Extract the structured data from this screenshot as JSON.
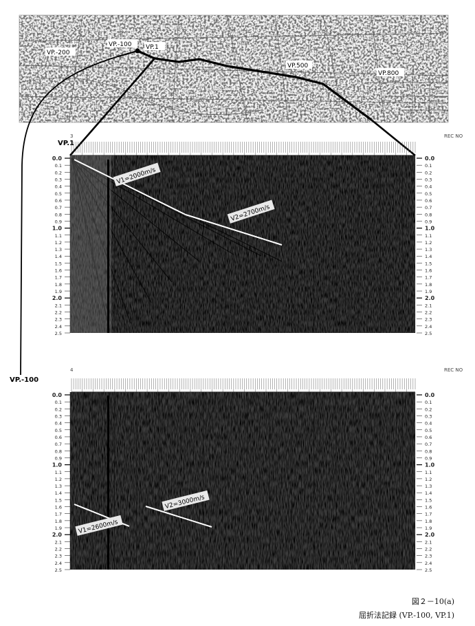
{
  "map": {
    "labels": {
      "vp_m200": "VP.-200",
      "vp_m100": "VP.-100",
      "vp_1": "VP.1",
      "vp_500": "VP.500",
      "vp_800": "VP.800"
    }
  },
  "panel1": {
    "vp_label": "VP.1",
    "panel_no": "3",
    "rec_label": "REC NO",
    "time_ticks": [
      "0.0",
      "0.1",
      "0.2",
      "0.3",
      "0.4",
      "0.5",
      "0.6",
      "0.7",
      "0.8",
      "0.9",
      "1.0",
      "1.1",
      "1.2",
      "1.3",
      "1.4",
      "1.5",
      "1.6",
      "1.7",
      "1.8",
      "1.9",
      "2.0",
      "2.1",
      "2.2",
      "2.3",
      "2.4",
      "2.5"
    ],
    "annotations": [
      "V1=2000m/s",
      "V2=2700m/s"
    ]
  },
  "panel2": {
    "vp_label": "VP.-100",
    "panel_no": "4",
    "rec_label": "REC NO",
    "time_ticks": [
      "0.0",
      "0.1",
      "0.2",
      "0.3",
      "0.4",
      "0.5",
      "0.6",
      "0.7",
      "0.8",
      "0.9",
      "1.0",
      "1.1",
      "1.2",
      "1.3",
      "1.4",
      "1.5",
      "1.6",
      "1.7",
      "1.8",
      "1.9",
      "2.0",
      "2.1",
      "2.2",
      "2.3",
      "2.4",
      "2.5"
    ],
    "annotations": [
      "V1=2600m/s",
      "V2=3000m/s"
    ]
  },
  "caption": {
    "figure_no": "図２－10(a)",
    "title": "屈折法記録 (VP.-100, VP.1)"
  },
  "colors": {
    "seismic_dark": "#1a1a1a",
    "background": "#ffffff"
  }
}
